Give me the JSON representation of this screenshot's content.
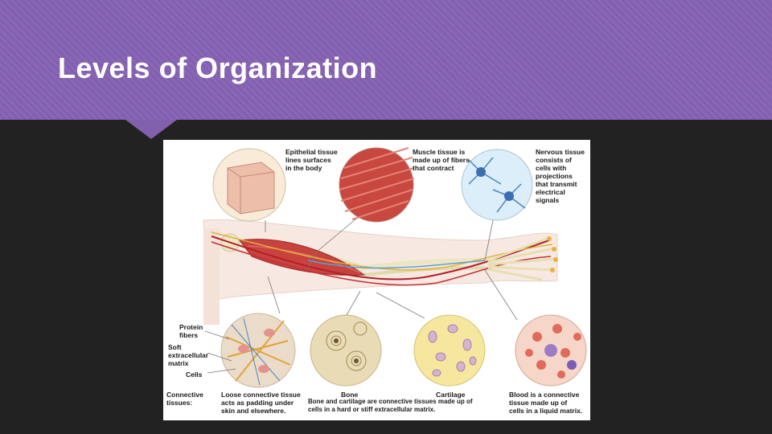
{
  "slide": {
    "title": "Levels of Organization",
    "accent_color": "#8a66b6",
    "background_color": "#222222"
  },
  "figure": {
    "labels": {
      "epithelial": "Epithelial tissue\nlines surfaces\nin the body",
      "muscle": "Muscle tissue is\nmade up of fibers\nthat contract",
      "nervous": "Nervous tissue\nconsists of\ncells with\nprojections\nthat transmit\nelectrical\nsignals",
      "protein_fibers": "Protein\nfibers",
      "soft_matrix": "Soft\nextracellular\nmatrix",
      "cells": "Cells",
      "connective": "Connective\ntissues:",
      "loose_connective": "Loose connective tissue\nacts as padding under\nskin and elsewhere.",
      "bone": "Bone",
      "cartilage": "Cartilage",
      "bone_cartilage": "Bone and cartilage are connective tissues made up of\ncells in a hard or stiff extracellular matrix.",
      "blood": "Blood is a connective\ntissue made up of\ncells in a liquid matrix."
    }
  }
}
